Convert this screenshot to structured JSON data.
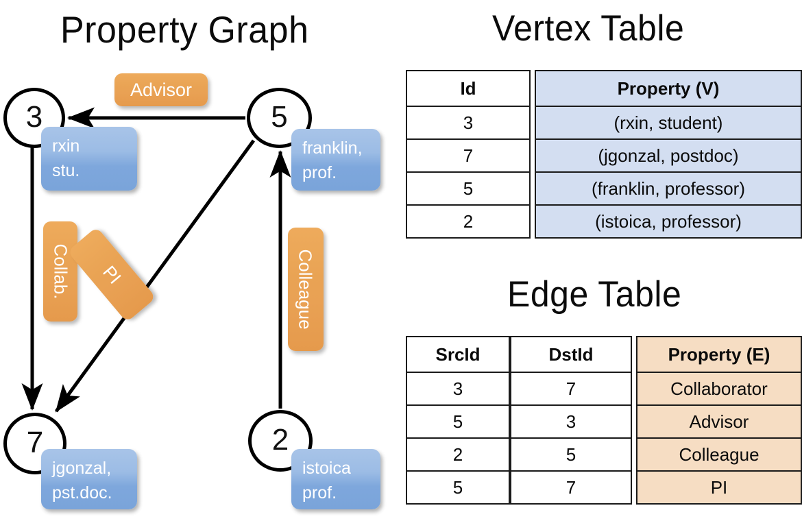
{
  "titles": {
    "property_graph": "Property Graph",
    "vertex_table": "Vertex Table",
    "edge_table": "Edge Table"
  },
  "colors": {
    "vertex_fill": "#d3def1",
    "edge_fill": "#f6ddc3",
    "property_box": "#9cbce5",
    "label_box": "#e9a354",
    "stroke": "#000000"
  },
  "graph": {
    "nodes": [
      {
        "id": "3",
        "label": "rxin\nstu.",
        "name_line1": "rxin",
        "name_line2": "stu."
      },
      {
        "id": "5",
        "label": "franklin, prof.",
        "name_line1": "franklin,",
        "name_line2": "prof."
      },
      {
        "id": "7",
        "label": "jgonzal, pst.doc.",
        "name_line1": "jgonzal,",
        "name_line2": "pst.doc."
      },
      {
        "id": "2",
        "label": "istoica prof.",
        "name_line1": "istoica",
        "name_line2": "prof."
      }
    ],
    "edge_labels": [
      {
        "key": "advisor",
        "text": "Advisor"
      },
      {
        "key": "collab",
        "text": "Collab."
      },
      {
        "key": "pi",
        "text": "PI"
      },
      {
        "key": "colleague",
        "text": "Colleague"
      }
    ],
    "edges": [
      {
        "src": "5",
        "dst": "3",
        "label": "Advisor"
      },
      {
        "src": "3",
        "dst": "7",
        "label": "Collab."
      },
      {
        "src": "5",
        "dst": "7",
        "label": "PI"
      },
      {
        "src": "2",
        "dst": "5",
        "label": "Colleague"
      }
    ]
  },
  "vertex_table": {
    "headers": [
      "Id",
      "Property (V)"
    ],
    "rows": [
      {
        "id": "3",
        "property": "(rxin, student)"
      },
      {
        "id": "7",
        "property": "(jgonzal, postdoc)"
      },
      {
        "id": "5",
        "property": "(franklin, professor)"
      },
      {
        "id": "2",
        "property": "(istoica, professor)"
      }
    ]
  },
  "edge_table": {
    "headers": [
      "SrcId",
      "DstId",
      "Property (E)"
    ],
    "rows": [
      {
        "src": "3",
        "dst": "7",
        "property": "Collaborator"
      },
      {
        "src": "5",
        "dst": "3",
        "property": "Advisor"
      },
      {
        "src": "2",
        "dst": "5",
        "property": "Colleague"
      },
      {
        "src": "5",
        "dst": "7",
        "property": "PI"
      }
    ]
  }
}
